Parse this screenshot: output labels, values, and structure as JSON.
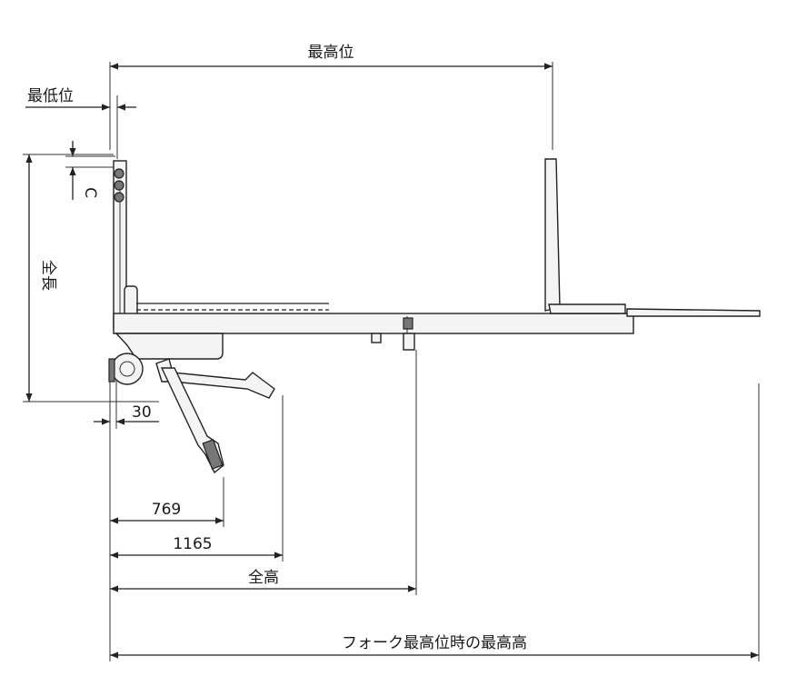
{
  "labels": {
    "max_height": "最高位",
    "min_height": "最低位",
    "c": "C",
    "overall_length": "全長",
    "dim_30": "30",
    "dim_769": "769",
    "dim_1165": "1165",
    "overall_height": "全高",
    "max_height_at_fork_top": "フォーク最高位時の最高高"
  }
}
